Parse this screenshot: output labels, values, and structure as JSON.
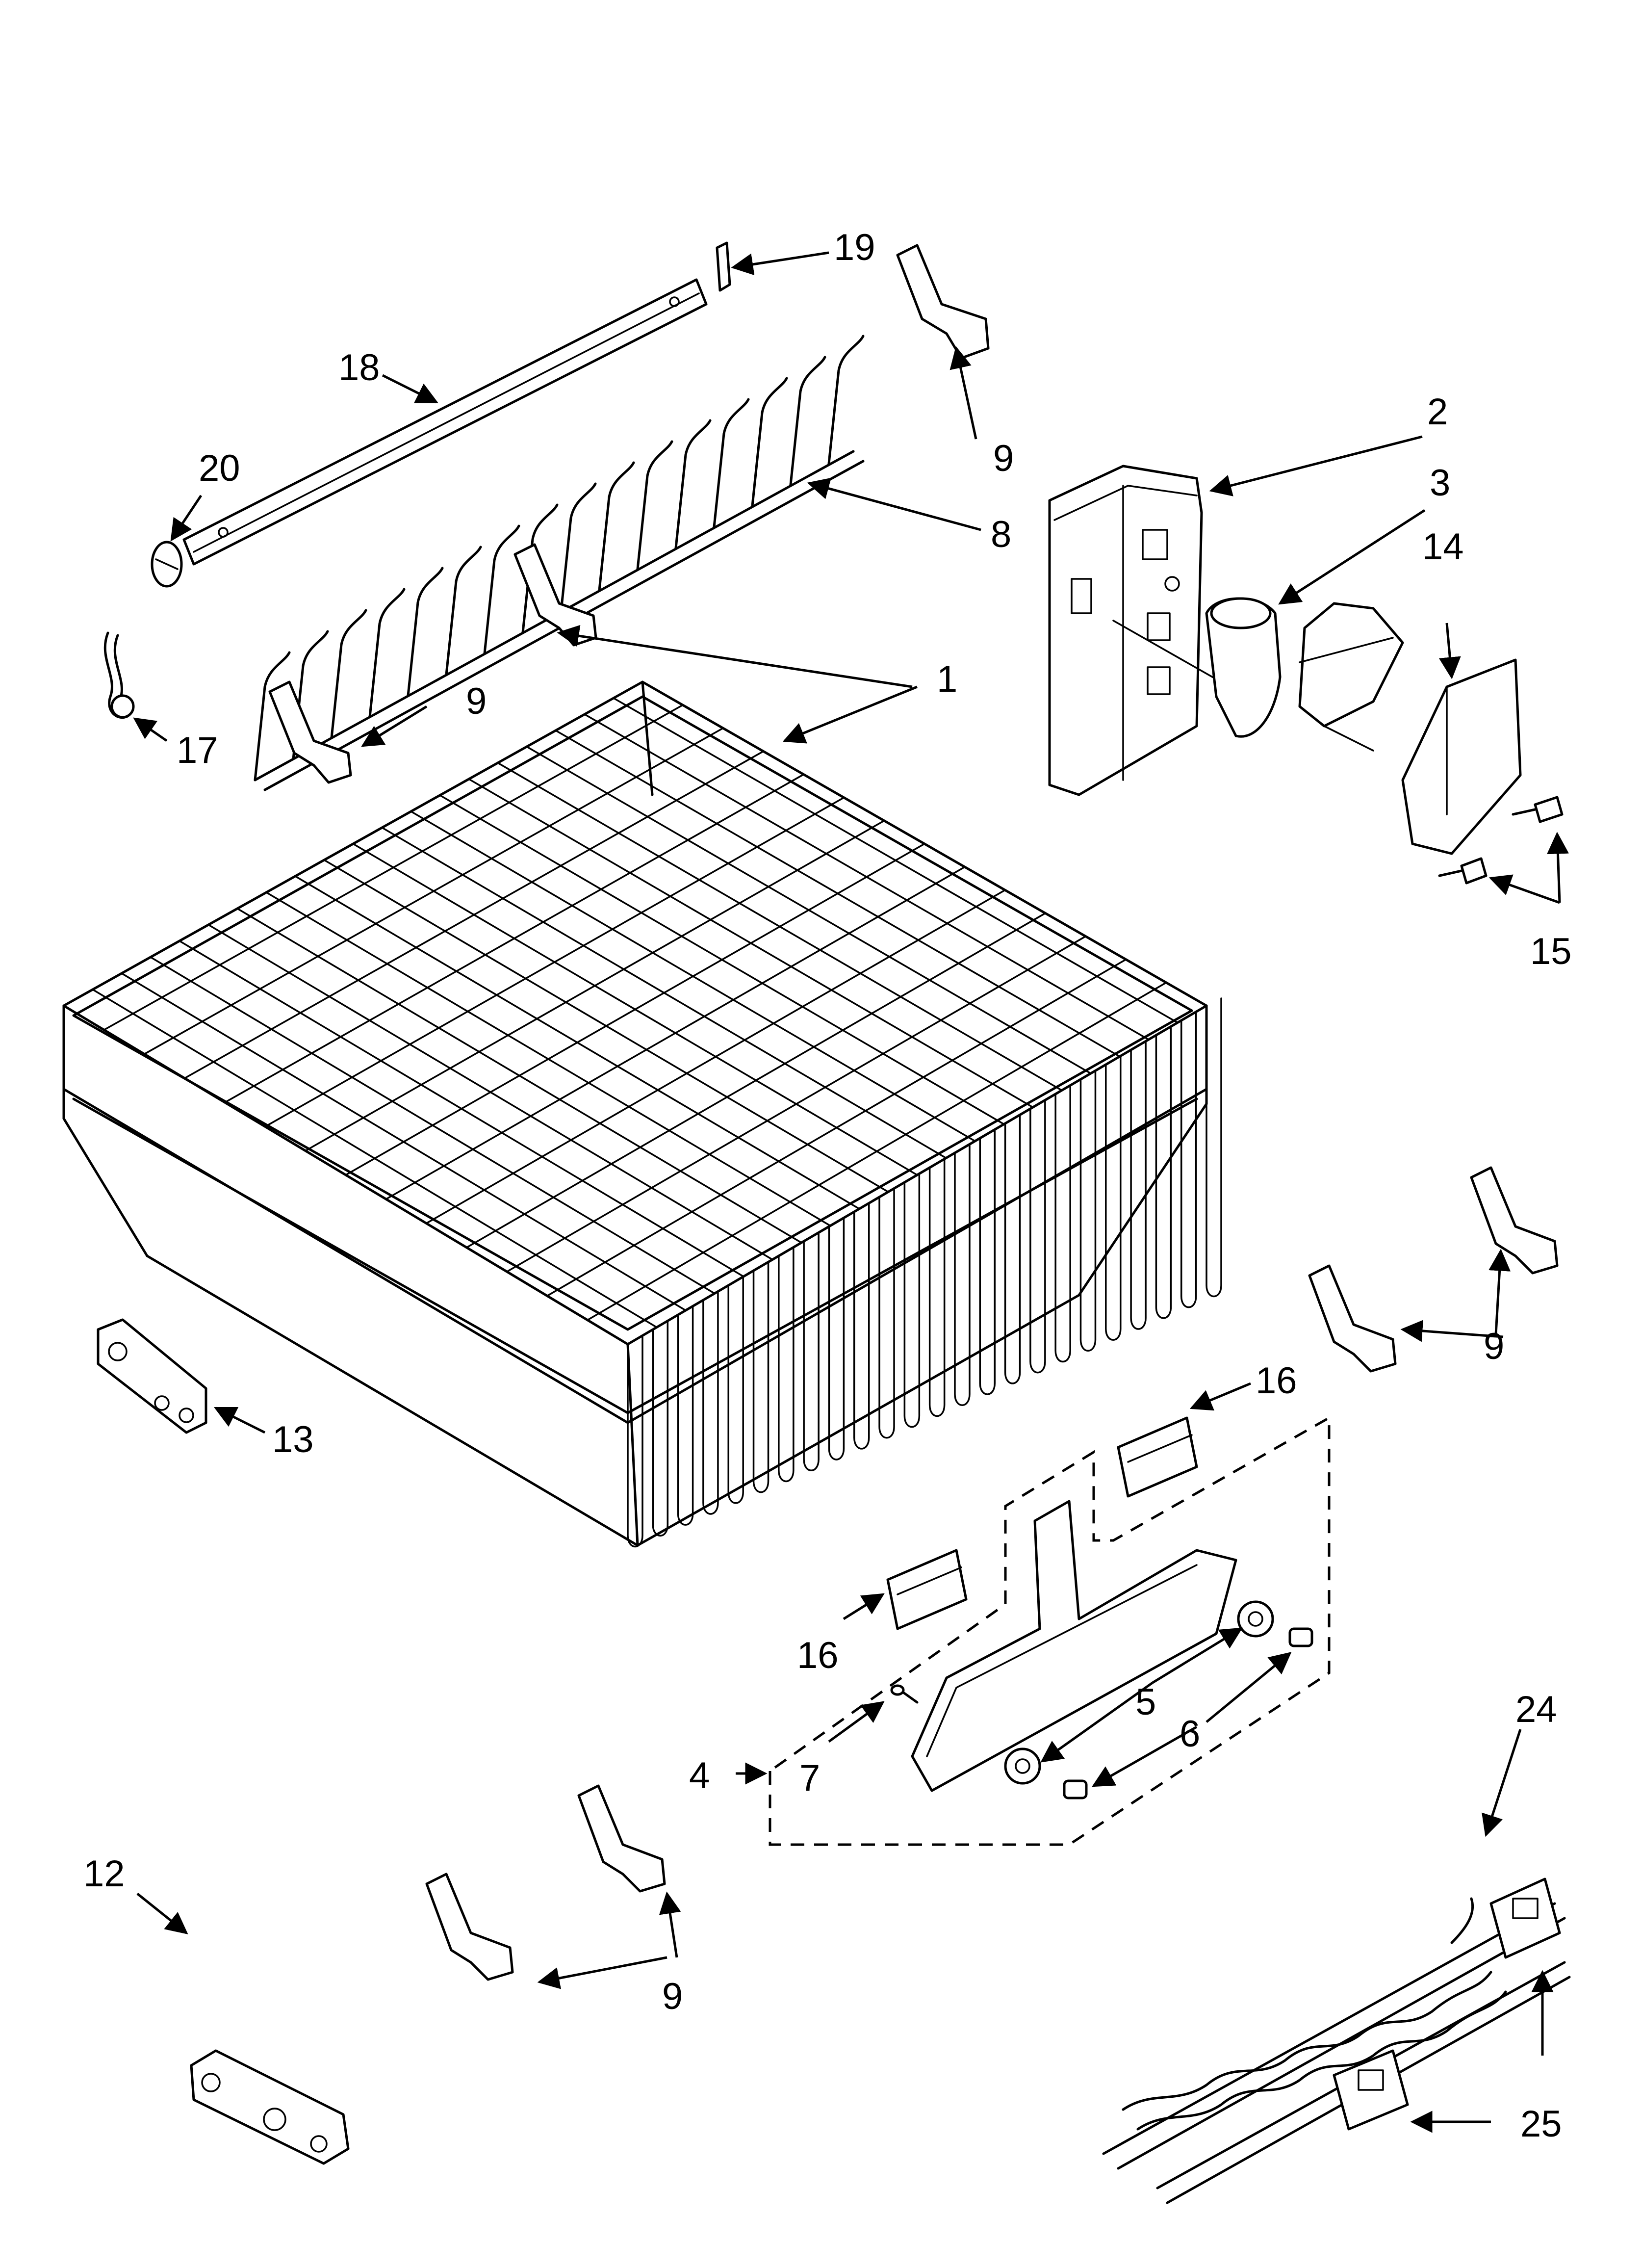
{
  "callouts": {
    "c1": "1",
    "c2": "2",
    "c3": "3",
    "c4": "4",
    "c5": "5",
    "c6": "6",
    "c7": "7",
    "c8": "8",
    "c9a": "9",
    "c9b": "9",
    "c9c": "9",
    "c9d": "9",
    "c12": "12",
    "c13": "13",
    "c14": "14",
    "c15": "15",
    "c16a": "16",
    "c16b": "16",
    "c17": "17",
    "c18": "18",
    "c19": "19",
    "c20": "20",
    "c24": "24",
    "c25": "25"
  },
  "colors": {
    "line": "#000000",
    "background": "#ffffff"
  }
}
